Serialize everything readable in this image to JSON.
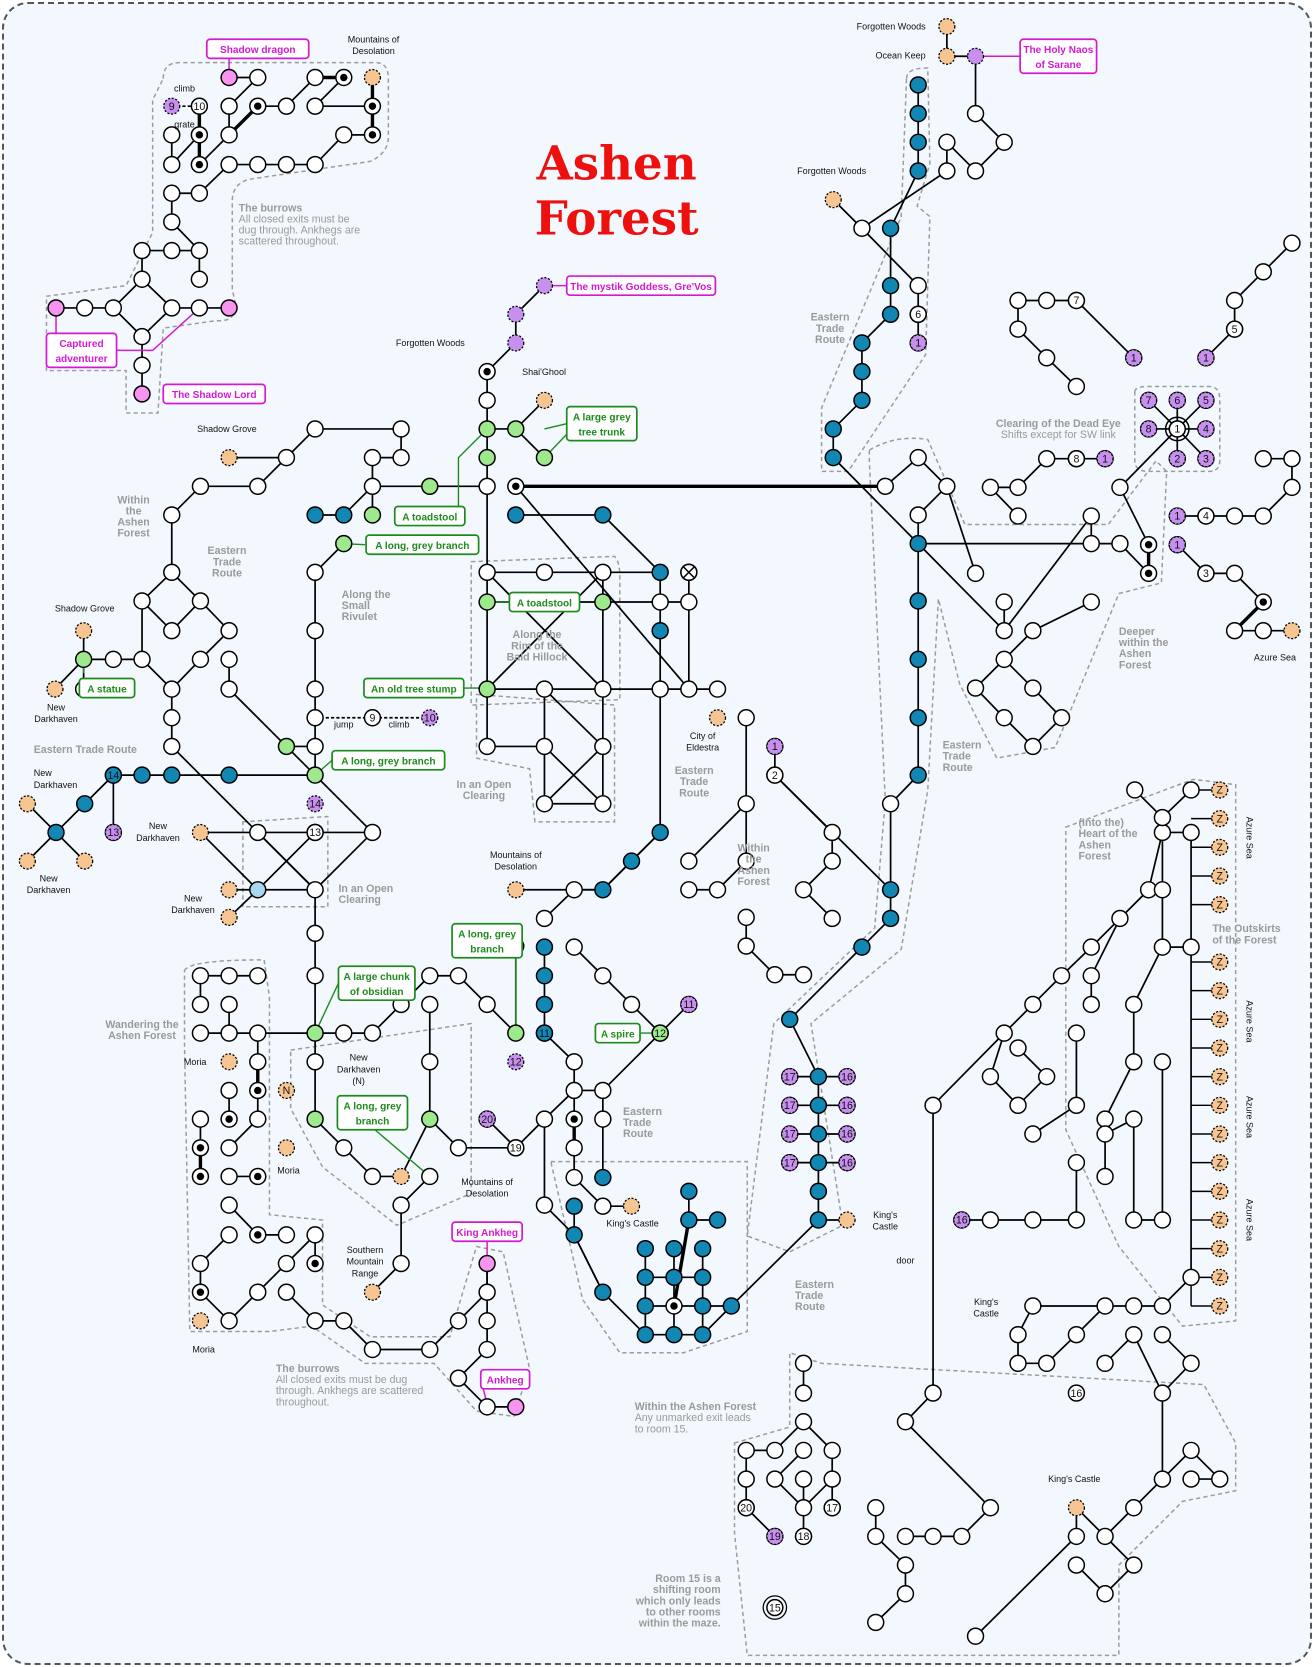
{
  "map_title": {
    "lines": [
      "Ashen",
      "Forest"
    ]
  },
  "colors": {
    "title": "#ee0f0f",
    "npc": "#d21ad2",
    "item": "#1e8a1e",
    "road_room": "#1287b4",
    "item_room": "#9ee88e",
    "exit_room": "#f7c592",
    "link_room": "#c790ef",
    "npc_room": "#f795ee"
  },
  "npcs": [
    {
      "lines": [
        "Shadow dragon"
      ]
    },
    {
      "lines": [
        "Captured",
        "adventurer"
      ]
    },
    {
      "lines": [
        "The Shadow Lord"
      ]
    },
    {
      "lines": [
        "The mystik Goddess, Gre'Vos"
      ]
    },
    {
      "lines": [
        "The Holy Naos",
        "of Sarane"
      ]
    },
    {
      "lines": [
        "King Ankheg"
      ]
    },
    {
      "lines": [
        "Ankheg"
      ]
    }
  ],
  "items": [
    {
      "lines": [
        "A large grey",
        "tree trunk"
      ]
    },
    {
      "lines": [
        "A toadstool"
      ]
    },
    {
      "lines": [
        "A long, grey branch"
      ]
    },
    {
      "lines": [
        "A toadstool"
      ]
    },
    {
      "lines": [
        "An old tree stump"
      ]
    },
    {
      "lines": [
        "A statue"
      ]
    },
    {
      "lines": [
        "A long, grey branch"
      ]
    },
    {
      "lines": [
        "A large chunk",
        "of obsidian"
      ]
    },
    {
      "lines": [
        "A long, grey",
        "branch"
      ]
    },
    {
      "lines": [
        "A spire"
      ]
    },
    {
      "lines": [
        "A long, grey",
        "branch"
      ]
    }
  ],
  "places": [
    {
      "lines": [
        "Mountains of",
        "Desolation"
      ]
    },
    {
      "lines": [
        "Forgotten Woods"
      ]
    },
    {
      "lines": [
        "Ocean Keep"
      ]
    },
    {
      "lines": [
        "Forgotten Woods"
      ]
    },
    {
      "lines": [
        "Forgotten Woods"
      ]
    },
    {
      "lines": [
        "Shai'Ghool"
      ]
    },
    {
      "lines": [
        "Shadow Grove"
      ]
    },
    {
      "lines": [
        "Shadow Grove"
      ]
    },
    {
      "lines": [
        "New",
        "Darkhaven"
      ]
    },
    {
      "lines": [
        "New",
        "Darkhaven"
      ]
    },
    {
      "lines": [
        "New",
        "Darkhaven"
      ]
    },
    {
      "lines": [
        "New",
        "Darkhaven"
      ]
    },
    {
      "lines": [
        "New",
        "Darkhaven"
      ]
    },
    {
      "lines": [
        "City of",
        "Eldestra"
      ]
    },
    {
      "lines": [
        "Mountains of",
        "Desolation"
      ]
    },
    {
      "lines": [
        "New",
        "Darkhaven",
        "(N)"
      ]
    },
    {
      "lines": [
        "Moria"
      ]
    },
    {
      "lines": [
        "Moria"
      ]
    },
    {
      "lines": [
        "Moria"
      ]
    },
    {
      "lines": [
        "Southern",
        "Mountain",
        "Range"
      ]
    },
    {
      "lines": [
        "Mountains of",
        "Desolation"
      ]
    },
    {
      "lines": [
        "King's Castle"
      ]
    },
    {
      "lines": [
        "King's",
        "Castle"
      ]
    },
    {
      "lines": [
        "King's",
        "Castle"
      ]
    },
    {
      "lines": [
        "King's Castle"
      ]
    },
    {
      "lines": [
        "Azure Sea"
      ]
    },
    {
      "lines": [
        "door"
      ]
    },
    {
      "lines": [
        "jump"
      ]
    },
    {
      "lines": [
        "climb"
      ]
    },
    {
      "lines": [
        "climb"
      ]
    },
    {
      "lines": [
        "grate"
      ]
    }
  ],
  "vertical_places": [
    "Azure Sea",
    "Azure Sea",
    "Azure Sea",
    "Azure Sea"
  ],
  "regions": [
    {
      "title": "The burrows",
      "lines": [
        "All closed exits must be",
        "dug through. Ankhegs are",
        "scattered throughout."
      ]
    },
    {
      "title": "",
      "lines": [
        "Within",
        "the",
        "Ashen",
        "Forest"
      ]
    },
    {
      "title": "",
      "lines": [
        "Eastern",
        "Trade",
        "Route"
      ]
    },
    {
      "title": "",
      "lines": [
        "Along the",
        "Small",
        "Rivulet"
      ]
    },
    {
      "title": "",
      "lines": [
        "Along the",
        "Rim of the",
        "Bald Hillock"
      ]
    },
    {
      "title": "",
      "lines": [
        "In an Open",
        "Clearing"
      ]
    },
    {
      "title": "",
      "lines": [
        "In an Open",
        "Clearing"
      ]
    },
    {
      "title": "",
      "lines": [
        "Eastern Trade Route"
      ]
    },
    {
      "title": "",
      "lines": [
        "Eastern",
        "Trade",
        "Route"
      ]
    },
    {
      "title": "",
      "lines": [
        "Eastern",
        "Trade",
        "Route"
      ]
    },
    {
      "title": "",
      "lines": [
        "Within",
        "the",
        "Ashen",
        "Forest"
      ]
    },
    {
      "title": "Clearing of the Dead Eye",
      "lines": [
        "Shifts except for SW link"
      ]
    },
    {
      "title": "",
      "lines": [
        "Deeper",
        "within the",
        "Ashen",
        "Forest"
      ]
    },
    {
      "title": "",
      "lines": [
        "Eastern",
        "Trade",
        "Route"
      ]
    },
    {
      "title": "",
      "lines": [
        "(Into the)",
        "Heart of the",
        "Ashen",
        "Forest"
      ]
    },
    {
      "title": "",
      "lines": [
        "The Outskirts",
        "of the Forest"
      ]
    },
    {
      "title": "",
      "lines": [
        "Wandering the",
        "Ashen Forest"
      ]
    },
    {
      "title": "",
      "lines": [
        "Eastern",
        "Trade",
        "Route"
      ]
    },
    {
      "title": "",
      "lines": [
        "Eastern",
        "Trade",
        "Route"
      ]
    },
    {
      "title": "The burrows",
      "lines": [
        "All closed exits must be dug",
        "through. Ankhegs are scattered",
        "throughout."
      ]
    },
    {
      "title": "Within the Ashen Forest",
      "lines": [
        "Any unmarked exit leads",
        "to room 15."
      ]
    },
    {
      "title": "",
      "lines": [
        "Room 15 is a",
        "shifting room",
        "which only leads",
        "to other rooms",
        "within the maze."
      ]
    }
  ],
  "numbered_rooms": [
    "9",
    "10",
    "7",
    "6",
    "1",
    "5",
    "1",
    "1",
    "8",
    "1",
    "4",
    "1",
    "3",
    "1",
    "1",
    "7",
    "6",
    "5",
    "8",
    "4",
    "2",
    "3",
    "9",
    "10",
    "14",
    "14",
    "13",
    "13",
    "11",
    "11",
    "12",
    "12",
    "20",
    "19",
    "17",
    "16",
    "17",
    "16",
    "17",
    "16",
    "17",
    "16",
    "16",
    "16",
    "20",
    "17",
    "18",
    "19",
    "15",
    "2",
    "1",
    "N",
    "Z",
    "Z",
    "Z",
    "Z",
    "Z",
    "Z",
    "Z",
    "Z",
    "Z",
    "Z",
    "Z",
    "Z",
    "Z",
    "Z",
    "Z",
    "Z",
    "Z",
    "Z"
  ]
}
